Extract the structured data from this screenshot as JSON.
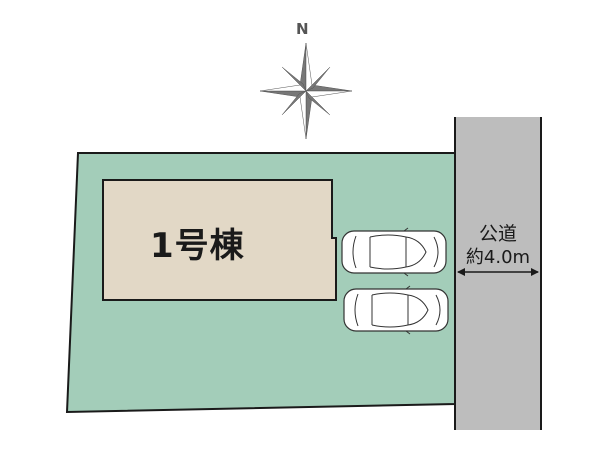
{
  "compass": {
    "label": "N",
    "color": "#5a5a5a"
  },
  "lot": {
    "fill": "#a3cdb9",
    "stroke": "#1a1a1a"
  },
  "building": {
    "label": "1号棟",
    "fill": "#e2d8c6",
    "stroke": "#1a1a1a"
  },
  "parking": {
    "count": 2,
    "car_fill": "#ffffff",
    "car_stroke": "#333333"
  },
  "road": {
    "name": "公道",
    "width_label": "約4.0m",
    "fill": "#bdbdbd",
    "stroke": "#1a1a1a"
  }
}
